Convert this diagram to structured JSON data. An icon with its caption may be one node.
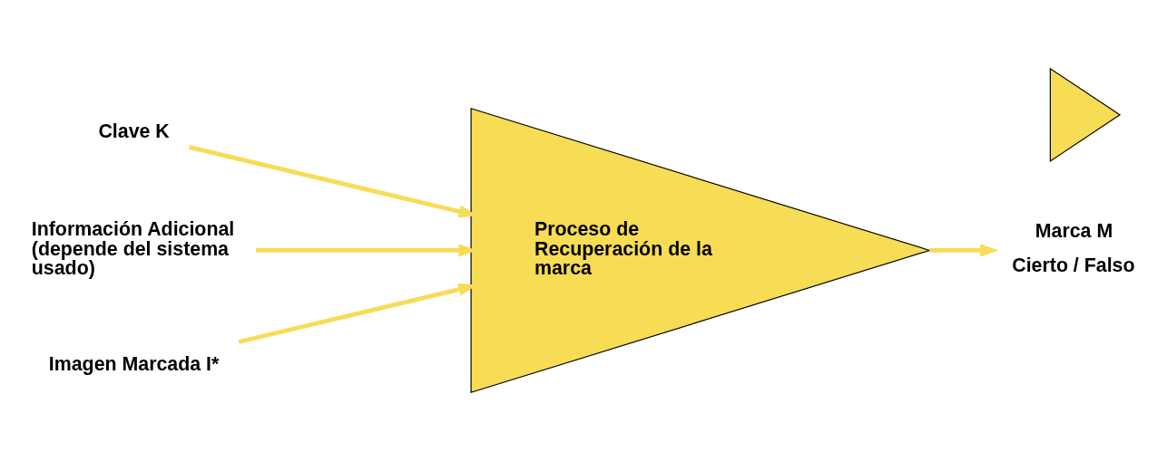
{
  "diagram": {
    "nodes": [
      {
        "text": [
          "Clave K"
        ]
      },
      {
        "text": [
          "Información Adicional (depende del sistema usado)"
        ]
      },
      {
        "text": [
          "Imagen Marcada I*"
        ]
      },
      {
        "text": [
          "Proceso de Recuperación de la marca"
        ]
      },
      {
        "text": [
          "Marca M",
          "Cierto / Falso"
        ]
      },
      {
        "text": [],
        "shape": "triangle"
      }
    ],
    "edges": [
      {
        "from": 0,
        "to": 3,
        "arrow": "to"
      },
      {
        "from": 1,
        "to": 3,
        "arrow": "to"
      },
      {
        "from": 2,
        "to": 3,
        "arrow": "to"
      },
      {
        "from": 3,
        "to": 4,
        "arrow": "to"
      }
    ]
  }
}
